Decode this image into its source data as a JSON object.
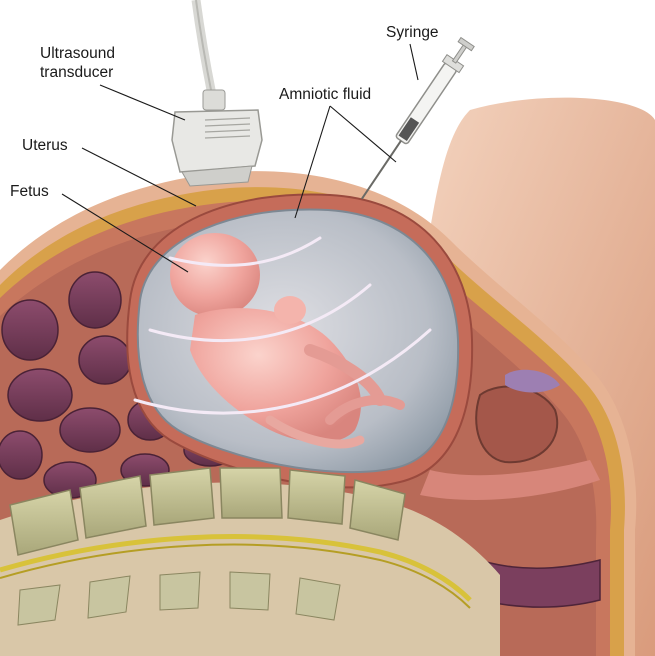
{
  "labels": {
    "ultrasound_line1": "Ultrasound",
    "ultrasound_line2": "transducer",
    "syringe": "Syringe",
    "amniotic": "Amniotic fluid",
    "uterus": "Uterus",
    "fetus": "Fetus"
  },
  "colors": {
    "skin": "#e9b89a",
    "abdominal_wall": "#c97a5e",
    "fat_layer": "#d9a24a",
    "uterus_wall": "#c06a5a",
    "amniotic_sac": "#b9c3cc",
    "fetus": "#f0a6a0",
    "bowel": "#7a3f5e",
    "spine_bone": "#c8c79a",
    "disc": "#e8d8c0",
    "spinal_cord": "#d8c23a",
    "transducer": "#e6e6e4",
    "ultrasound_wave": "#f4eaf6"
  }
}
